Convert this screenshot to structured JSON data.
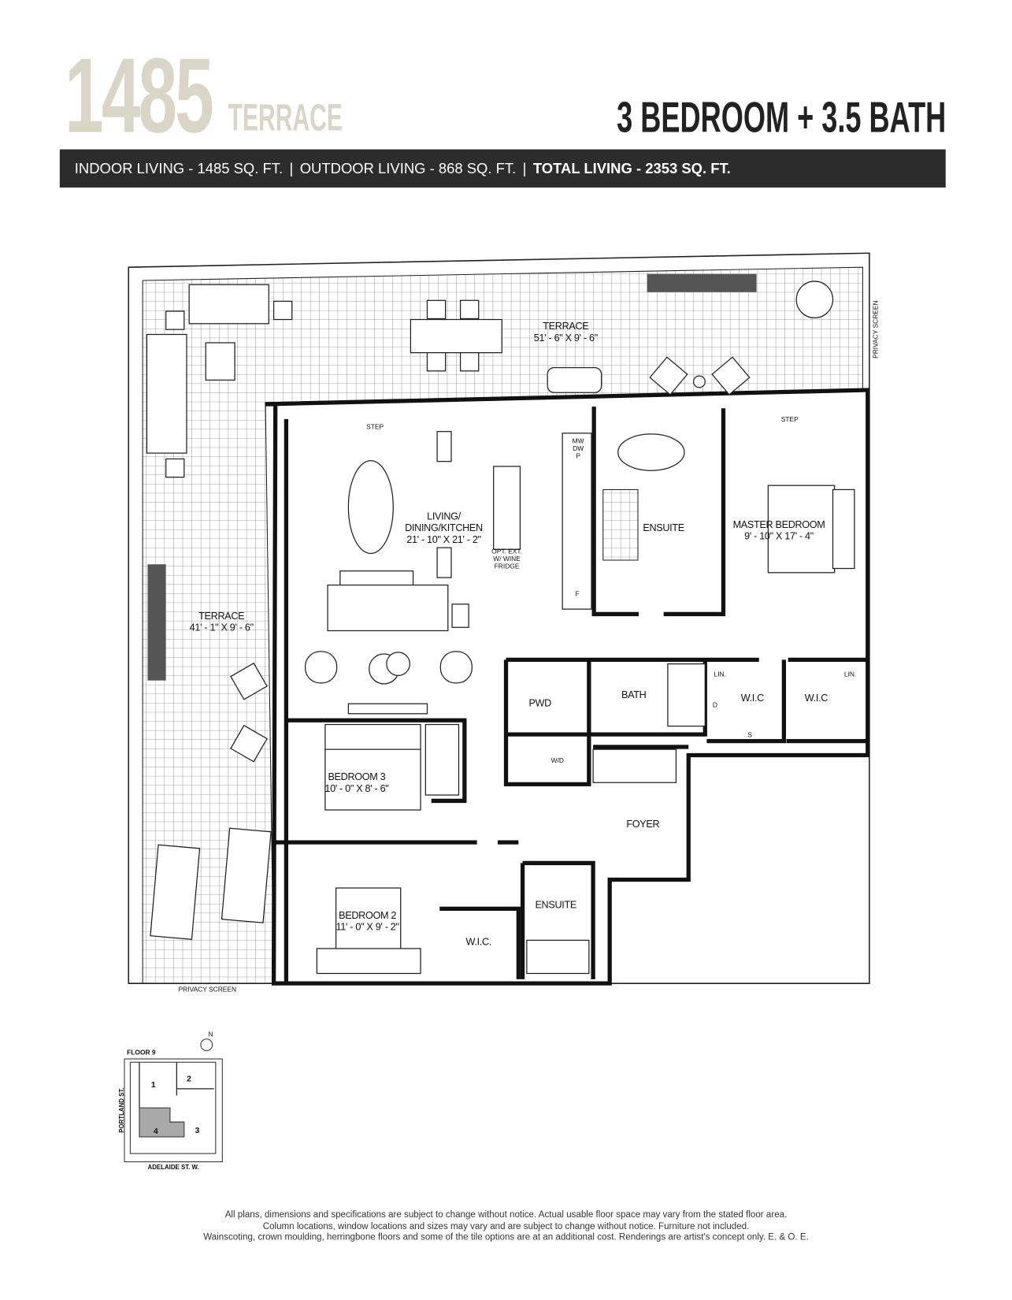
{
  "header": {
    "indoor_number": "1485",
    "terrace_label": "TERRACE",
    "unit_type": "3 BEDROOM + 3.5 BATH"
  },
  "band": {
    "indoor": "INDOOR LIVING - 1485 SQ. FT.",
    "outdoor": "OUTDOOR LIVING - 868 SQ. FT.",
    "separator": "|",
    "total": "TOTAL LIVING - 2353 SQ. FT."
  },
  "plan": {
    "terrace_north": {
      "name": "TERRACE",
      "dims": "51' - 6\" X 9' - 6\""
    },
    "terrace_west": {
      "name": "TERRACE",
      "dims": "41' - 1\" X 9' - 6\""
    },
    "living": {
      "line1": "LIVING/",
      "line2": "DINING/KITCHEN",
      "dims": "21' - 10\" X 21' - 2\""
    },
    "ensuite_master": "ENSUITE",
    "master": {
      "name": "MASTER BEDROOM",
      "dims": "9' - 10\" X 17' - 4\""
    },
    "pwd": "PWD",
    "bath": "BATH",
    "wic_1": "W.I.C",
    "wic_2": "W.I.C",
    "lin_1": "LIN.",
    "lin_2": "LIN.",
    "wd": "W/D",
    "bedroom3": {
      "name": "BEDROOM 3",
      "dims": "10' - 0\" X 8' - 6\""
    },
    "foyer": "FOYER",
    "ensuite_2": "ENSUITE",
    "bedroom2": {
      "name": "BEDROOM 2",
      "dims": "11' - 0\" X 9' - 2\""
    },
    "wic_3": "W.I.C.",
    "privacy_bottom": "PRIVACY SCREEN",
    "privacy_right": "PRIVACY SCREEN",
    "mw": "MW",
    "dw": "DW",
    "p": "P",
    "f": "F",
    "d": "D",
    "s": "S",
    "opt_ext": [
      "OPT. EXT.",
      "W/ WINE",
      "FRIDGE"
    ],
    "step": "STEP"
  },
  "keyplan": {
    "floor": "FLOOR 9",
    "north": "N",
    "street_west": "PORTLAND ST.",
    "street_south": "ADELAIDE ST. W.",
    "units": [
      "1",
      "2",
      "3",
      "4"
    ],
    "highlight_color": "#a9a9a9"
  },
  "disclaimer": [
    "All plans, dimensions and specifications are subject to change without notice. Actual usable floor space may vary from the stated floor area.",
    "Column locations, window locations and sizes may vary and are subject to change without notice. Furniture not included.",
    "Wainscoting, crown moulding, herringbone floors and some of the tile options are at an additional cost. Renderings are artist's concept only. E. & O. E."
  ]
}
